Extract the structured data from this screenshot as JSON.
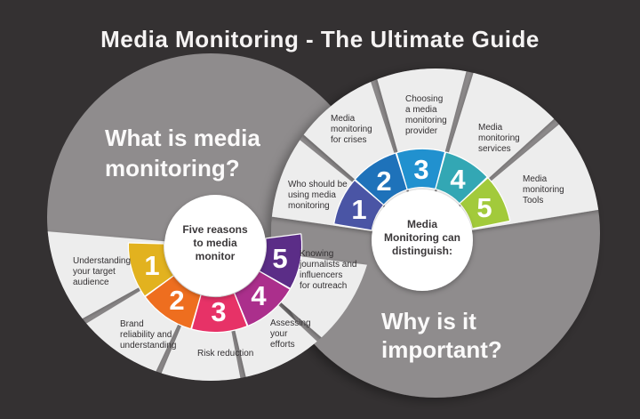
{
  "title": "Media Monitoring - The Ultimate Guide",
  "left": {
    "heading": {
      "lines": [
        "What is media",
        "monitoring?"
      ]
    },
    "center": {
      "lines": [
        "Five reasons",
        "to media",
        "monitor"
      ]
    },
    "segments": [
      {
        "number": "1",
        "color": "#e2b21f"
      },
      {
        "number": "2",
        "color": "#ee6e1f"
      },
      {
        "number": "3",
        "color": "#e73267"
      },
      {
        "number": "4",
        "color": "#ab2f8c"
      },
      {
        "number": "5",
        "color": "#5b2d87"
      }
    ],
    "labels": [
      {
        "name": "understanding-target-audience",
        "lines": [
          "Understanding",
          "your target",
          "audience"
        ]
      },
      {
        "name": "brand-reliability",
        "lines": [
          "Brand",
          "reliability and",
          "understanding"
        ]
      },
      {
        "name": "risk-reduction",
        "lines": [
          "Risk reduction"
        ]
      },
      {
        "name": "assessing-efforts",
        "lines": [
          "Assessing",
          "your",
          "efforts"
        ]
      },
      {
        "name": "knowing-journalists",
        "lines": [
          "Knowing",
          "journalists and",
          "influencers",
          "for outreach"
        ]
      }
    ]
  },
  "right": {
    "heading": {
      "lines": [
        "Why is it",
        "important?"
      ]
    },
    "center": {
      "lines": [
        "Media",
        "Monitoring can",
        "distinguish:"
      ]
    },
    "segments": [
      {
        "number": "1",
        "color": "#4a55a5"
      },
      {
        "number": "2",
        "color": "#1e72ba"
      },
      {
        "number": "3",
        "color": "#2191cf"
      },
      {
        "number": "4",
        "color": "#33a7b4"
      },
      {
        "number": "5",
        "color": "#a2ca3b"
      }
    ],
    "labels": [
      {
        "name": "who-should-use",
        "lines": [
          "Who should be",
          "using media",
          "monitoring"
        ]
      },
      {
        "name": "monitoring-for-crises",
        "lines": [
          "Media",
          "monitoring",
          "for crises"
        ]
      },
      {
        "name": "choosing-provider",
        "lines": [
          "Choosing",
          "a media",
          "monitoring",
          "provider"
        ]
      },
      {
        "name": "monitoring-services",
        "lines": [
          "Media",
          "monitoring",
          "services"
        ]
      },
      {
        "name": "monitoring-tools",
        "lines": [
          "Media",
          "monitoring",
          "Tools"
        ]
      }
    ]
  },
  "palette": {
    "background": "#343132",
    "disc_gray": "#8f8c8d",
    "wedge_light": "#ededed",
    "text_dark": "#333032",
    "text_light": "#fbfafa"
  }
}
